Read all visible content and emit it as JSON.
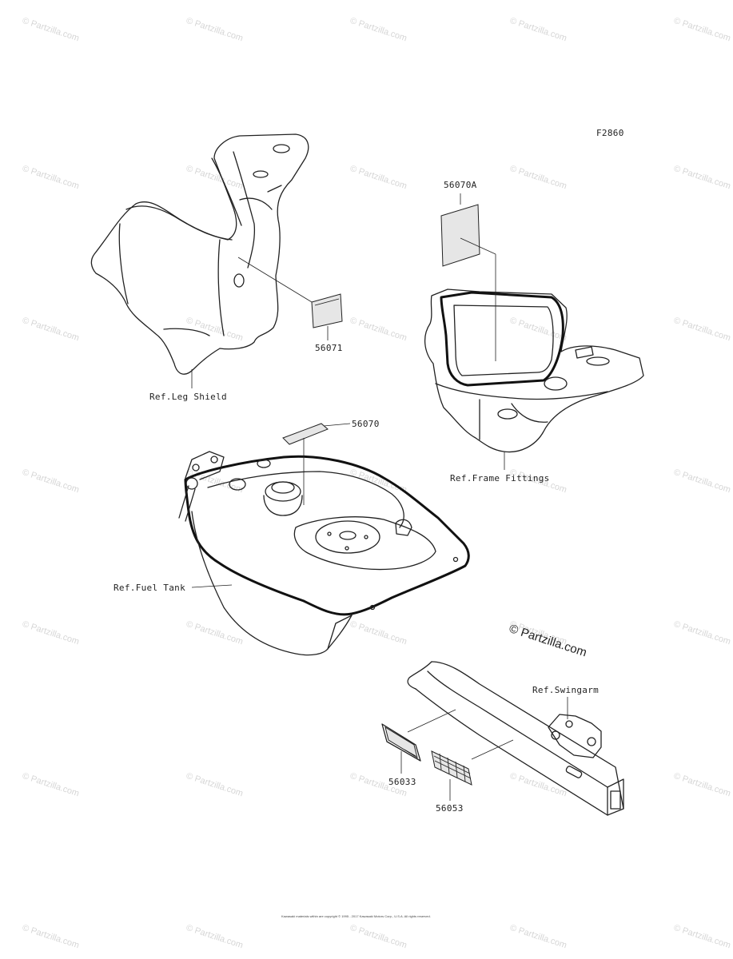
{
  "diagram": {
    "code": "F2860",
    "parts": {
      "p56070A": "56070A",
      "p56071": "56071",
      "p56070": "56070",
      "p56033": "56033",
      "p56053": "56053"
    },
    "refs": {
      "leg_shield": "Ref.Leg Shield",
      "frame_fittings": "Ref.Frame Fittings",
      "fuel_tank": "Ref.Fuel Tank",
      "swingarm": "Ref.Swingarm"
    },
    "brand": "© Partzilla.com",
    "watermark_text": "© Partzilla.com",
    "footer": "Kawasaki materials within are copyright © 1995 - 2017 Kawasaki Motors Corp., U.S.A. All rights reserved."
  }
}
